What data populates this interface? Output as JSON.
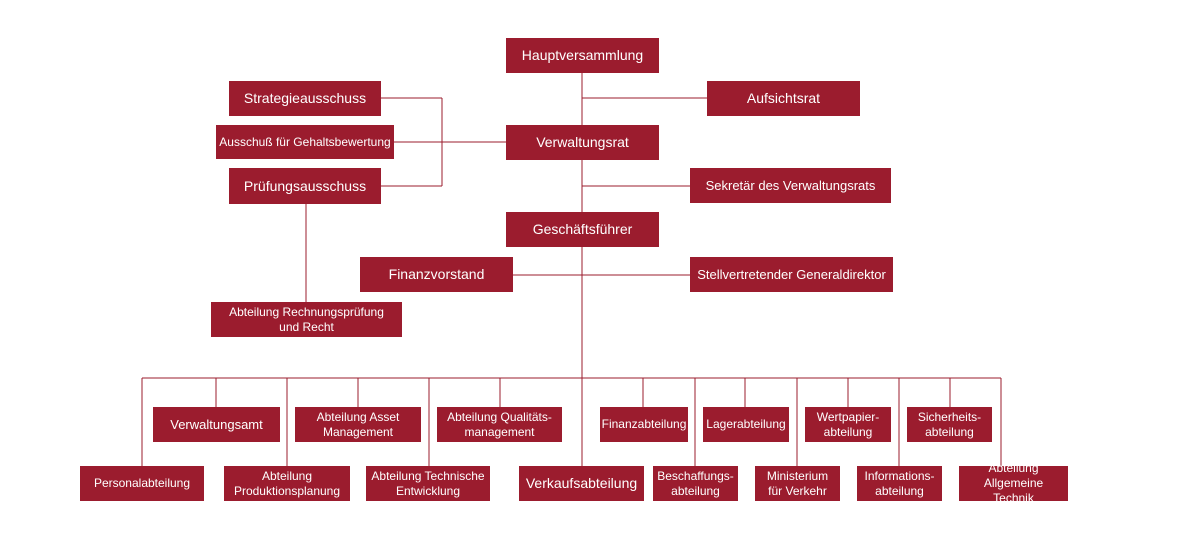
{
  "nodes": {
    "hauptversammlung": "Hauptversammlung",
    "aufsichtsrat": "Aufsichtsrat",
    "strategieausschuss": "Strategieausschuss",
    "gehaltsbewertung": "Ausschuß für Gehaltsbewertung",
    "pruefungsausschuss": "Prüfungsausschuss",
    "verwaltungsrat": "Verwaltungsrat",
    "sekretaer": "Sekretär des Verwaltungsrats",
    "geschaeftsfuehrer": "Geschäftsführer",
    "finanzvorstand": "Finanzvorstand",
    "stellvertretender": "Stellvertretender Generaldirektor",
    "rechnungspruefung": "Abteilung Rechnungsprüfung\nund Recht",
    "verwaltungsamt": "Verwaltungsamt",
    "asset_management": "Abteilung Asset\nManagement",
    "qualitaetsmanagement": "Abteilung Qualitäts-\nmanagement",
    "finanzabteilung": "Finanzabteilung",
    "lagerabteilung": "Lagerabteilung",
    "wertpapierabteilung": "Wertpapier-\nabteilung",
    "sicherheitsabteilung": "Sicherheits-\nabteilung",
    "personalabteilung": "Personalabteilung",
    "produktionsplanung": "Abteilung\nProduktionsplanung",
    "technische_entwicklung": "Abteilung Technische\nEntwicklung",
    "verkaufsabteilung": "Verkaufsabteilung",
    "beschaffungsabteilung": "Beschaffungs-\nabteilung",
    "ministerium": "Ministerium\nfür Verkehr",
    "informationsabteilung": "Informations-\nabteilung",
    "allgemeine_technik": "Abteilung\nAllgemeine Technik"
  }
}
